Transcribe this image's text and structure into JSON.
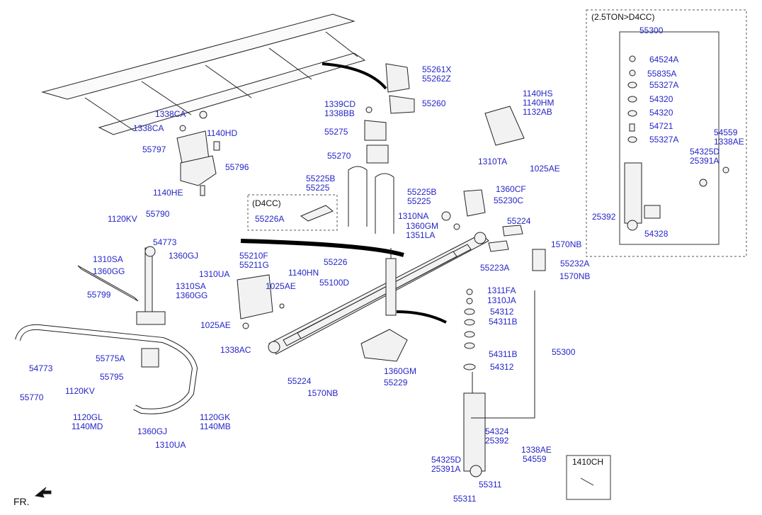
{
  "groups": {
    "shock_group_title": "(2.5TON>D4CC)",
    "d4cc_title": "(D4CC)",
    "bolt_box_title": "1410CH",
    "front_indicator": "FR."
  },
  "labels": [
    "55261X",
    "55262Z",
    "55260",
    "1339CD",
    "1338BB",
    "55275",
    "55270",
    "55225B",
    "55225",
    "55225B",
    "55225",
    "1338CA",
    "1338CA",
    "1140HD",
    "55797",
    "55796",
    "1140HE",
    "55226A",
    "1140HS",
    "1140HM",
    "1132AB",
    "1310TA",
    "1025AE",
    "1360CF",
    "55230C",
    "1310NA",
    "1360GM",
    "1351LA",
    "55224",
    "1570NB",
    "55223A",
    "55232A",
    "1570NB",
    "1120KV",
    "55790",
    "54773",
    "1310SA",
    "1360GJ",
    "1360GG",
    "1310UA",
    "1310SA",
    "1360GG",
    "55799",
    "55210F",
    "55211G",
    "1140HN",
    "1025AE",
    "55100D",
    "55226",
    "1025AE",
    "1338AC",
    "1311FA",
    "1310JA",
    "54312",
    "54311B",
    "55300",
    "54311B",
    "54312",
    "55775A",
    "55795",
    "54773",
    "1120KV",
    "55770",
    "1120GL",
    "1140MD",
    "1120GK",
    "1140MB",
    "1360GJ",
    "1310UA",
    "55224",
    "1570NB",
    "1360GM",
    "55229",
    "54324",
    "25392",
    "1338AE",
    "54559",
    "54325D",
    "25391A",
    "55311",
    "55311",
    "55300",
    "64524A",
    "55835A",
    "55327A",
    "54320",
    "54320",
    "54721",
    "55327A",
    "54559",
    "1338AE",
    "54325D",
    "25391A",
    "25392",
    "54328"
  ],
  "colors": {
    "label": "#2525c8",
    "line": "#111111",
    "part_fill": "#f2f2f2"
  }
}
